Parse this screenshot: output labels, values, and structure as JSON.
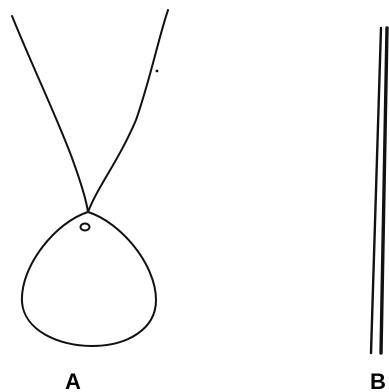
{
  "figure": {
    "panels": [
      {
        "id": "A",
        "label": "A",
        "subject": "pendant-loop-drawing"
      },
      {
        "id": "B",
        "label": "B",
        "subject": "rod-drawing"
      }
    ],
    "colors": {
      "ink": "#111111",
      "background": "#ffffff"
    }
  }
}
